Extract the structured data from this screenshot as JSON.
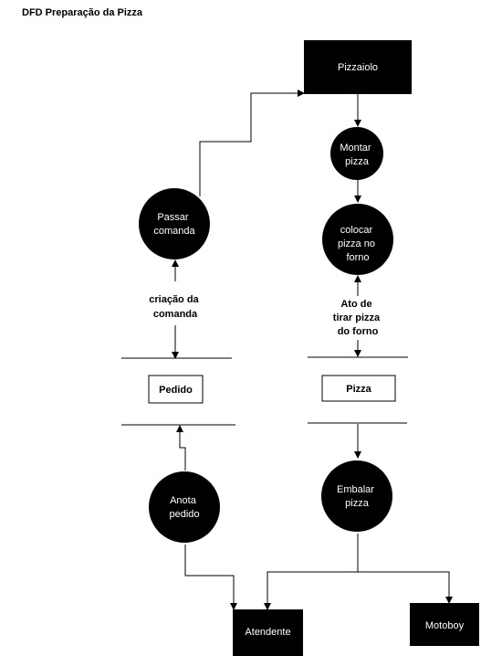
{
  "title": "DFD Preparação da Pizza",
  "colors": {
    "node": "#000000",
    "edge": "#000000",
    "node_text": "#ffffff",
    "background": "#ffffff"
  },
  "entities": {
    "pizzaiolo": "Pizzaiolo",
    "atendente": "Atendente",
    "motoboy": "Motoboy"
  },
  "processes": {
    "passar_comanda": [
      "Passar",
      "comanda"
    ],
    "montar_pizza": [
      "Montar",
      "pizza"
    ],
    "colocar_pizza": [
      "colocar",
      "pizza  no",
      "forno"
    ],
    "anota_pedido": [
      "Anota",
      "pedido"
    ],
    "embalar_pizza": [
      "Embalar",
      "pizza"
    ]
  },
  "data_stores": {
    "pedido": "Pedido",
    "pizza": "Pizza"
  },
  "flow_labels": {
    "criacao_comanda": [
      "criação da",
      "comanda"
    ],
    "tirar_pizza": [
      "Ato de",
      "tirar pizza",
      "do forno"
    ]
  }
}
